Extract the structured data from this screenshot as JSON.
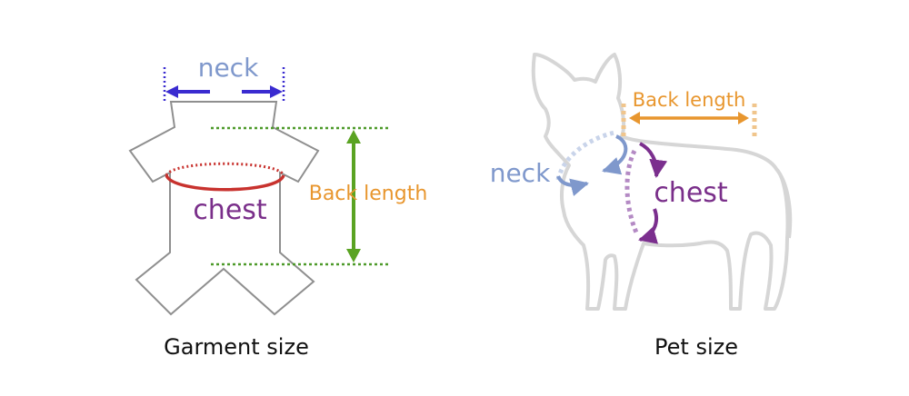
{
  "garment": {
    "neck_label": "neck",
    "chest_label": "chest",
    "back_length_label": "Back length",
    "caption": "Garment size"
  },
  "pet": {
    "neck_label": "neck",
    "chest_label": "chest",
    "back_length_label": "Back length",
    "caption": "Pet size"
  },
  "colors": {
    "neck": "#7f98cc",
    "neck_arrow": "#3a2bd0",
    "chest_text": "#7a2f8a",
    "chest_line": "#c8322e",
    "chest_arrow_pet": "#7b2f8e",
    "chest_dotted_pet": "#b48ac4",
    "back_length": "#e8962e",
    "back_arrow_garment": "#5aa322",
    "dotted_green": "#4e9a2a",
    "outline": "#8f8f8f",
    "pet_outline": "#d6d6d6"
  }
}
